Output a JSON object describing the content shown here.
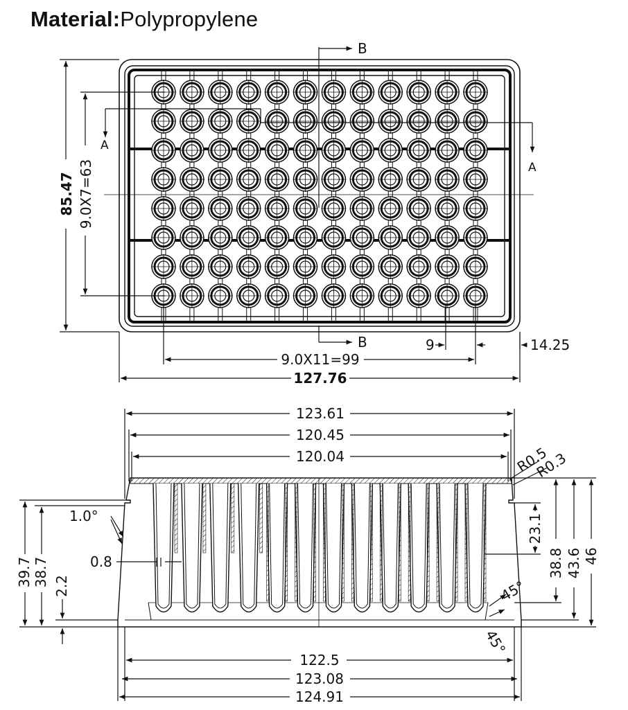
{
  "header": {
    "material_label": "Material:",
    "material_value": "Polypropylene"
  },
  "top_view": {
    "section_b": "B",
    "section_a": "A",
    "overall_height": "85.47",
    "row_pitch": "9.0X7=63",
    "col_pitch": "9.0X11=99",
    "overall_width": "127.76",
    "pitch": "9",
    "offset": "14.25",
    "rows": 8,
    "cols": 12
  },
  "side_view": {
    "top_outer": "123.61",
    "top_mid": "120.45",
    "top_inner": "120.04",
    "radius_outer": "R0.5",
    "radius_inner": "R0.3",
    "draft": "1.0°",
    "wall": "0.8",
    "height_1": "39.7",
    "height_2": "38.7",
    "height_3": "2.2",
    "right_1": "23.1",
    "right_2": "38.8",
    "right_3": "43.6",
    "right_4": "46",
    "chamfer_1": "45°",
    "chamfer_2": "45°",
    "bottom_1": "122.5",
    "bottom_2": "123.08",
    "bottom_3": "124.91",
    "tubes": 12
  },
  "colors": {
    "line": "#111111",
    "background": "#ffffff"
  }
}
